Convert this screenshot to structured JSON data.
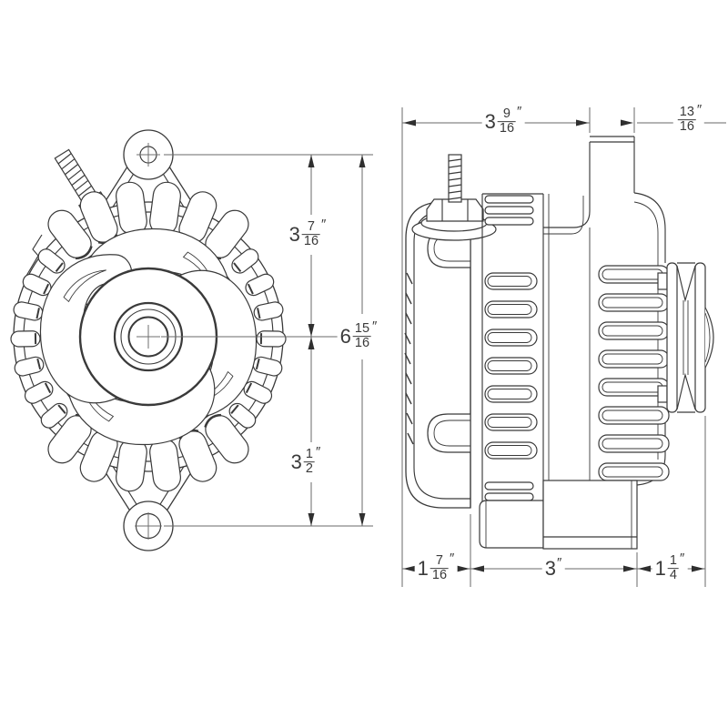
{
  "colors": {
    "background": "#ffffff",
    "line": "#3a3a3a",
    "dim_line": "#6a6a6a",
    "text": "#3a3a3a"
  },
  "dims": {
    "front_upper": {
      "whole": "3",
      "num": "7",
      "den": "16",
      "unit": "″"
    },
    "front_total": {
      "whole": "6",
      "num": "15",
      "den": "16",
      "unit": "″"
    },
    "front_lower": {
      "whole": "3",
      "num": "1",
      "den": "2",
      "unit": "″"
    },
    "side_top_main": {
      "whole": "3",
      "num": "9",
      "den": "16",
      "unit": "″"
    },
    "side_top_ear": {
      "num": "13",
      "den": "16",
      "unit": "″"
    },
    "side_bottom_rear": {
      "whole": "1",
      "num": "7",
      "den": "16",
      "unit": "″"
    },
    "side_bottom_body": {
      "whole": "3",
      "unit": "″"
    },
    "side_bottom_pulley": {
      "whole": "1",
      "num": "1",
      "den": "4",
      "unit": "″"
    }
  }
}
